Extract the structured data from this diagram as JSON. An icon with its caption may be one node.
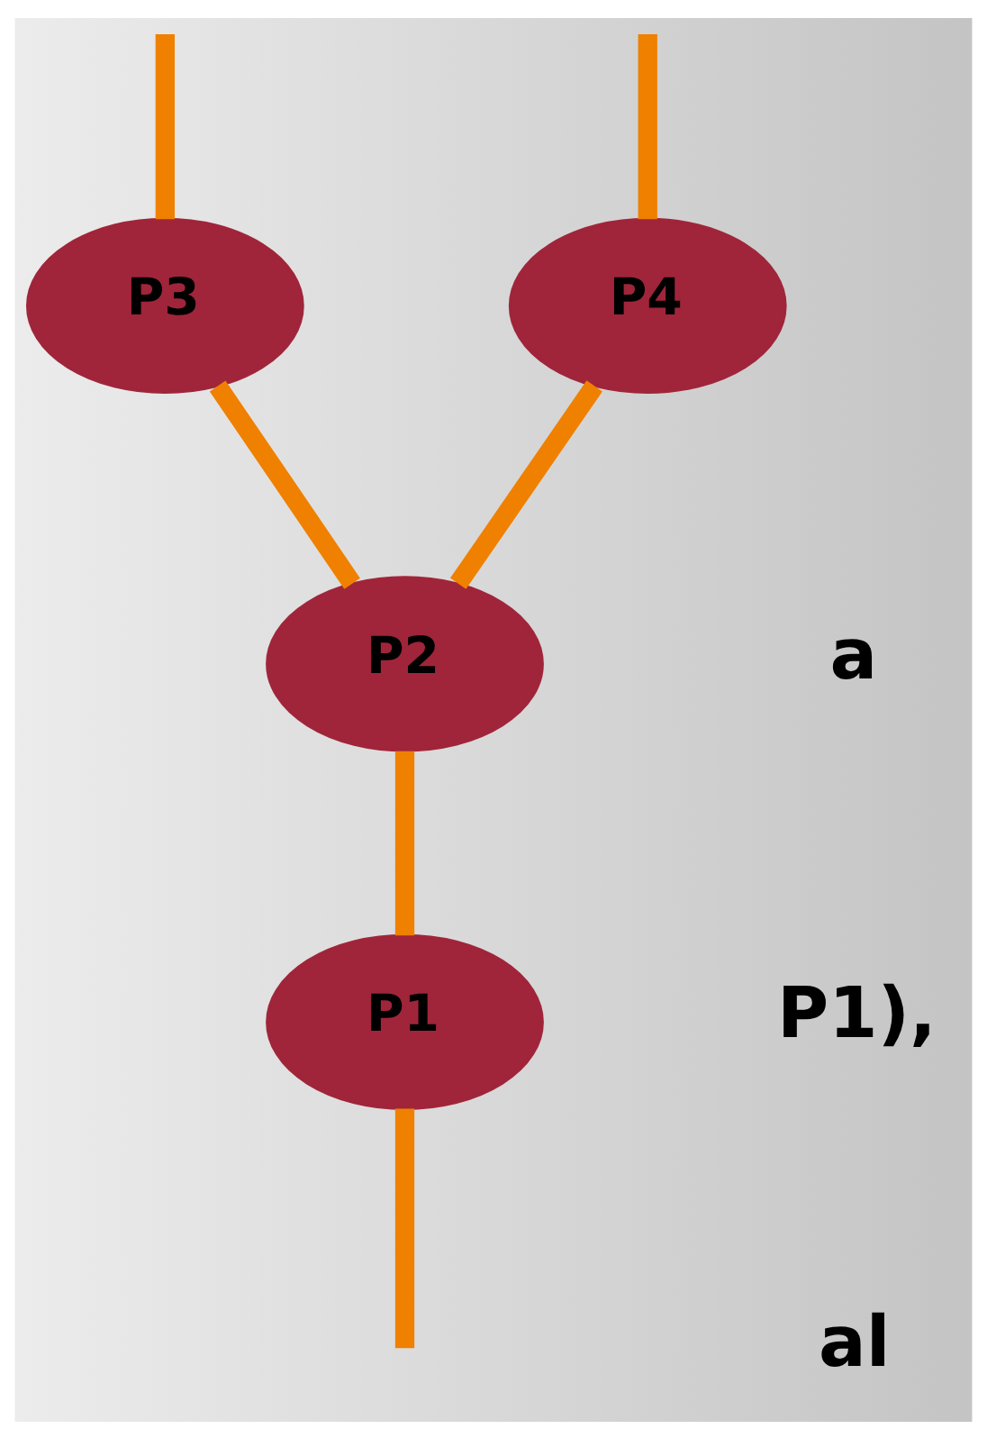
{
  "diagram": {
    "nodes": [
      {
        "text": [
          "P3"
        ]
      },
      {
        "text": [
          "P4"
        ]
      },
      {
        "text": [
          "P2"
        ]
      },
      {
        "text": [
          "P1"
        ]
      }
    ],
    "edges": [
      {
        "from": null,
        "to": 3,
        "arrow": "none"
      },
      {
        "from": 3,
        "to": 2,
        "arrow": "none"
      },
      {
        "from": 2,
        "to": 0,
        "arrow": "none"
      },
      {
        "from": 2,
        "to": 1,
        "arrow": "none"
      },
      {
        "from": 0,
        "to": null,
        "arrow": "none"
      },
      {
        "from": 1,
        "to": null,
        "arrow": "none"
      }
    ],
    "labels": [
      "a",
      "P1),",
      "al"
    ]
  }
}
